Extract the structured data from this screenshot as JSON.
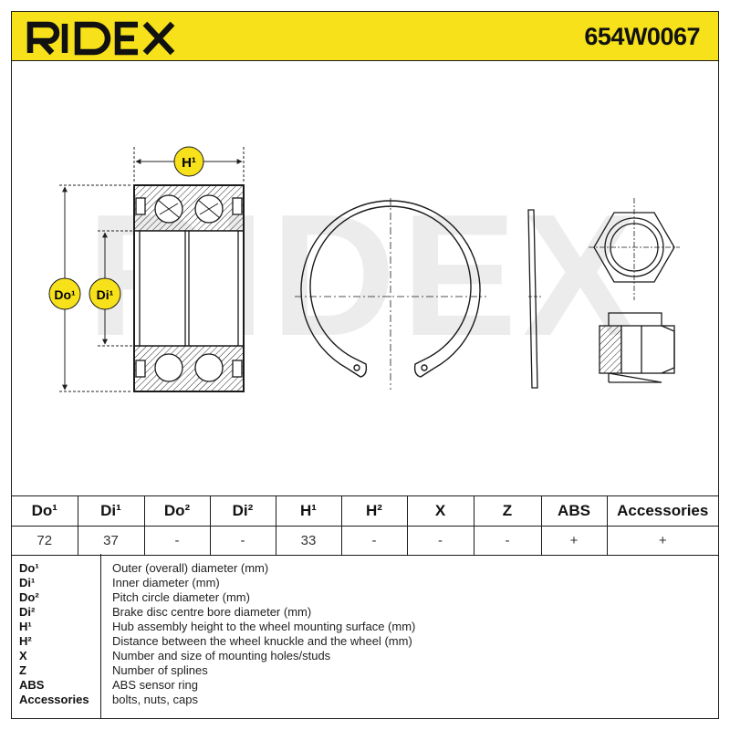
{
  "header": {
    "brand": "RIDEX",
    "part_number": "654W0067"
  },
  "drawing": {
    "watermark": "RIDEX",
    "labels": {
      "height": "H¹",
      "outer_diameter": "Do¹",
      "inner_diameter": "Di¹"
    }
  },
  "specs": {
    "headers": [
      "Do¹",
      "Di¹",
      "Do²",
      "Di²",
      "H¹",
      "H²",
      "X",
      "Z",
      "ABS",
      "Accessories"
    ],
    "values": [
      "72",
      "37",
      "-",
      "-",
      "33",
      "-",
      "-",
      "-",
      "+",
      "+"
    ]
  },
  "legend": [
    {
      "key": "Do¹",
      "desc": "Outer (overall) diameter (mm)"
    },
    {
      "key": "Di¹",
      "desc": "Inner diameter (mm)"
    },
    {
      "key": "Do²",
      "desc": "Pitch circle diameter (mm)"
    },
    {
      "key": "Di²",
      "desc": "Brake disc centre bore diameter (mm)"
    },
    {
      "key": "H¹",
      "desc": "Hub assembly height to the wheel mounting surface (mm)"
    },
    {
      "key": "H²",
      "desc": "Distance between the wheel knuckle and the wheel (mm)"
    },
    {
      "key": "X",
      "desc": "Number and size of mounting holes/studs"
    },
    {
      "key": "Z",
      "desc": "Number of splines"
    },
    {
      "key": "ABS",
      "desc": "ABS sensor ring"
    },
    {
      "key": "Accessories",
      "desc": "bolts, nuts, caps"
    }
  ],
  "colors": {
    "brand_yellow": "#f7e11a",
    "line": "#1a1a1a",
    "watermark": "#e8e8e8"
  }
}
